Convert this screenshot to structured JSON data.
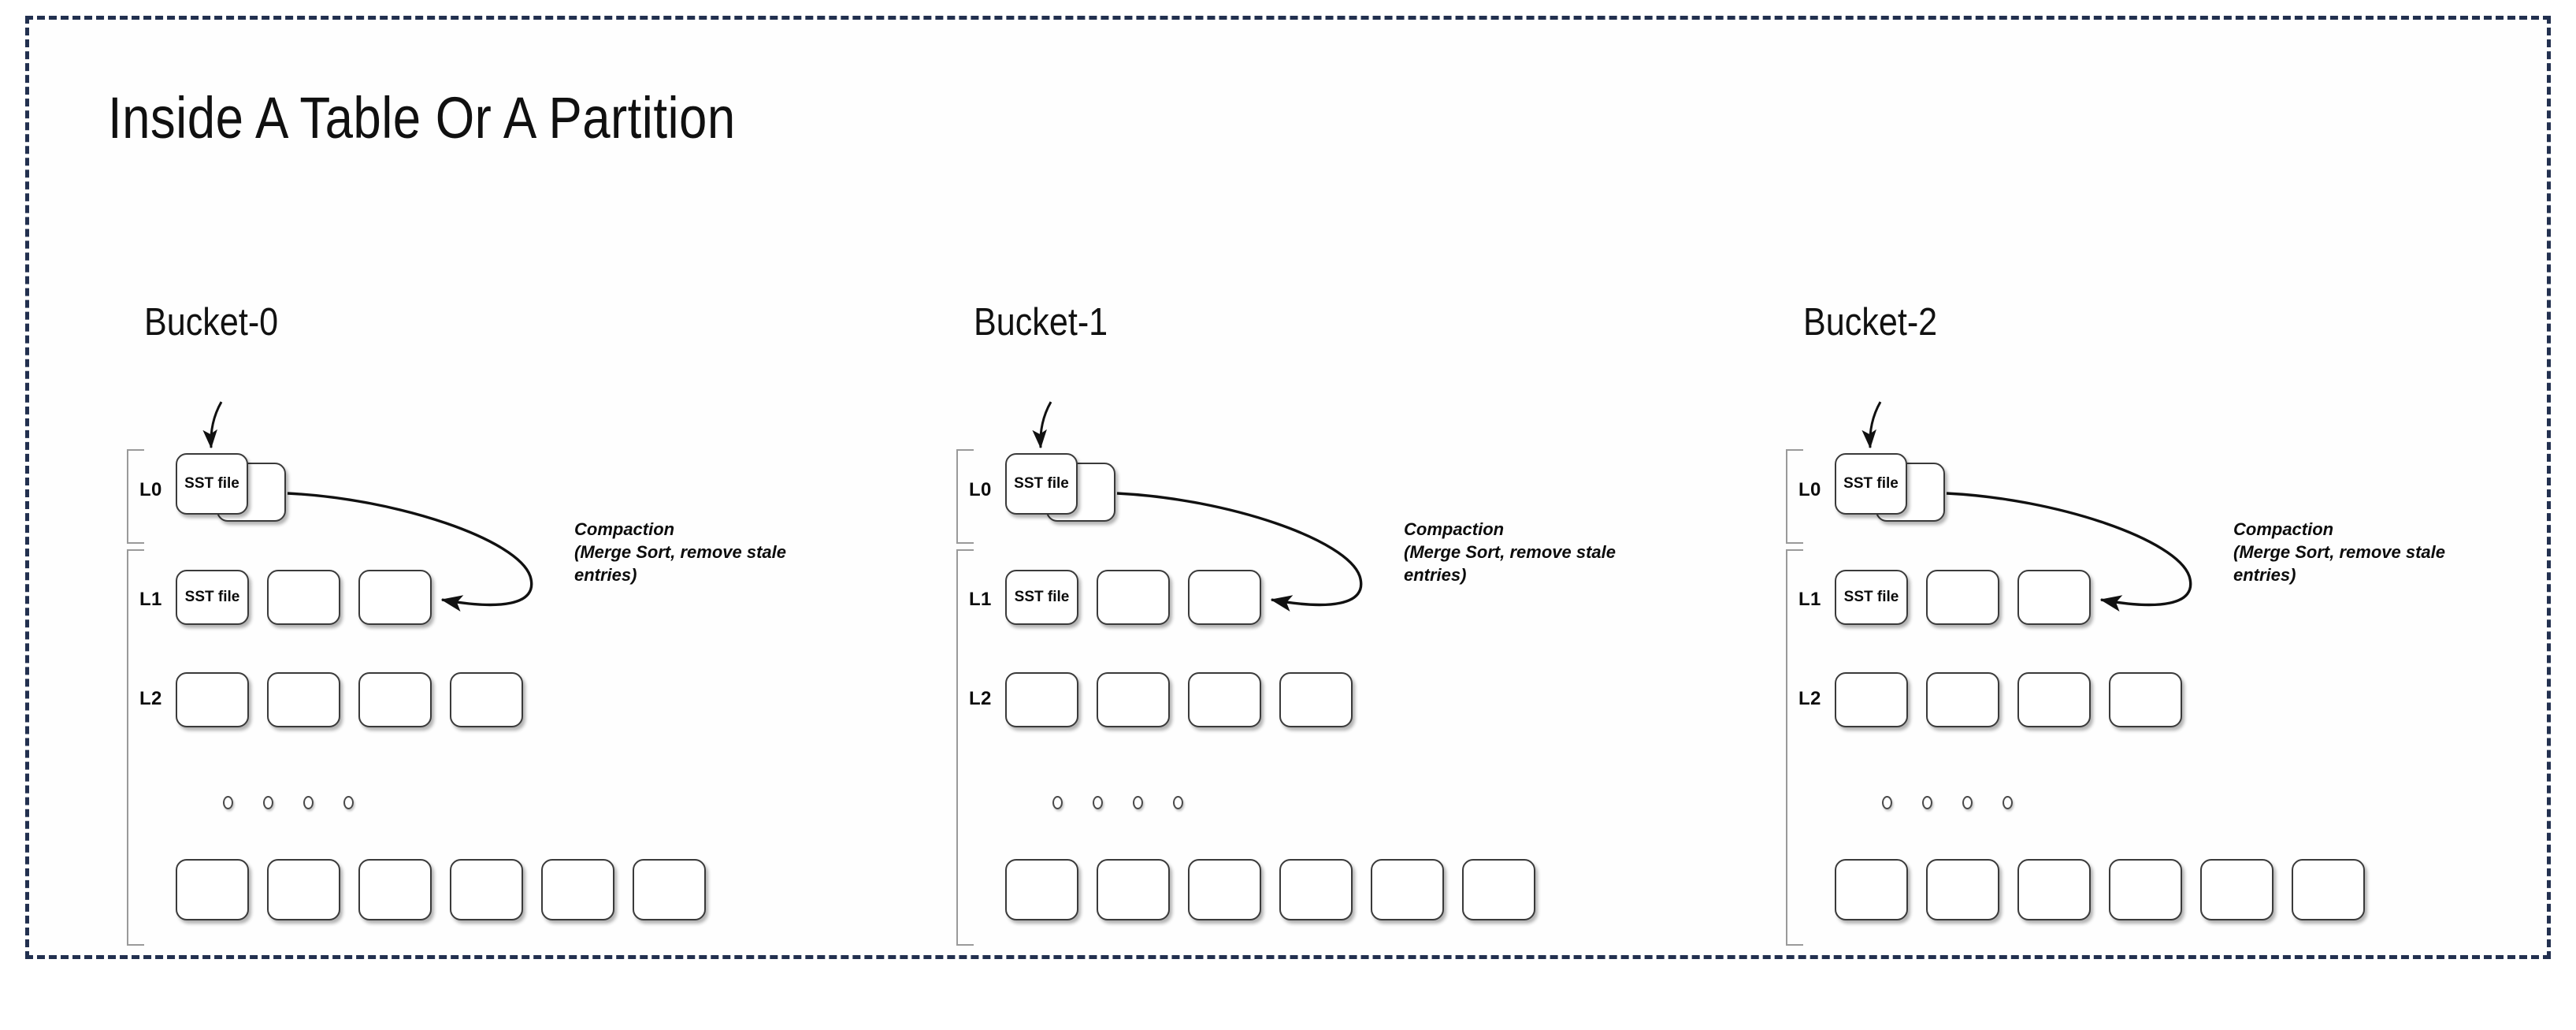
{
  "slide": {
    "title": "Inside A Table Or A Partition",
    "frame_border_color": "#22304f",
    "background": "#ffffff"
  },
  "buckets": [
    {
      "title": "Bucket-0",
      "levels": [
        {
          "label": "L0",
          "boxes": [
            {
              "text": "SST file"
            },
            {
              "text": ""
            }
          ]
        },
        {
          "label": "L1",
          "boxes": [
            {
              "text": "SST file"
            },
            {
              "text": ""
            },
            {
              "text": ""
            }
          ]
        },
        {
          "label": "L2",
          "boxes": [
            {
              "text": ""
            },
            {
              "text": ""
            },
            {
              "text": ""
            },
            {
              "text": ""
            }
          ]
        },
        {
          "label": "",
          "boxes": [
            {
              "text": ""
            },
            {
              "text": ""
            },
            {
              "text": ""
            },
            {
              "text": ""
            },
            {
              "text": ""
            },
            {
              "text": ""
            }
          ]
        }
      ],
      "ellipsis_dots": 4,
      "annotation": {
        "line1": "Compaction",
        "line2": "(Merge Sort, remove stale",
        "line3": "entries)"
      }
    },
    {
      "title": "Bucket-1",
      "levels": [
        {
          "label": "L0",
          "boxes": [
            {
              "text": "SST file"
            },
            {
              "text": ""
            }
          ]
        },
        {
          "label": "L1",
          "boxes": [
            {
              "text": "SST file"
            },
            {
              "text": ""
            },
            {
              "text": ""
            }
          ]
        },
        {
          "label": "L2",
          "boxes": [
            {
              "text": ""
            },
            {
              "text": ""
            },
            {
              "text": ""
            },
            {
              "text": ""
            }
          ]
        },
        {
          "label": "",
          "boxes": [
            {
              "text": ""
            },
            {
              "text": ""
            },
            {
              "text": ""
            },
            {
              "text": ""
            },
            {
              "text": ""
            },
            {
              "text": ""
            }
          ]
        }
      ],
      "ellipsis_dots": 4,
      "annotation": {
        "line1": "Compaction",
        "line2": "(Merge Sort, remove stale",
        "line3": "entries)"
      }
    },
    {
      "title": "Bucket-2",
      "levels": [
        {
          "label": "L0",
          "boxes": [
            {
              "text": "SST file"
            },
            {
              "text": ""
            }
          ]
        },
        {
          "label": "L1",
          "boxes": [
            {
              "text": "SST file"
            },
            {
              "text": ""
            },
            {
              "text": ""
            }
          ]
        },
        {
          "label": "L2",
          "boxes": [
            {
              "text": ""
            },
            {
              "text": ""
            },
            {
              "text": ""
            },
            {
              "text": ""
            }
          ]
        },
        {
          "label": "",
          "boxes": [
            {
              "text": ""
            },
            {
              "text": ""
            },
            {
              "text": ""
            },
            {
              "text": ""
            },
            {
              "text": ""
            },
            {
              "text": ""
            }
          ]
        }
      ],
      "ellipsis_dots": 4,
      "annotation": {
        "line1": "Compaction",
        "line2": "(Merge Sort, remove stale",
        "line3": "entries)"
      }
    }
  ]
}
